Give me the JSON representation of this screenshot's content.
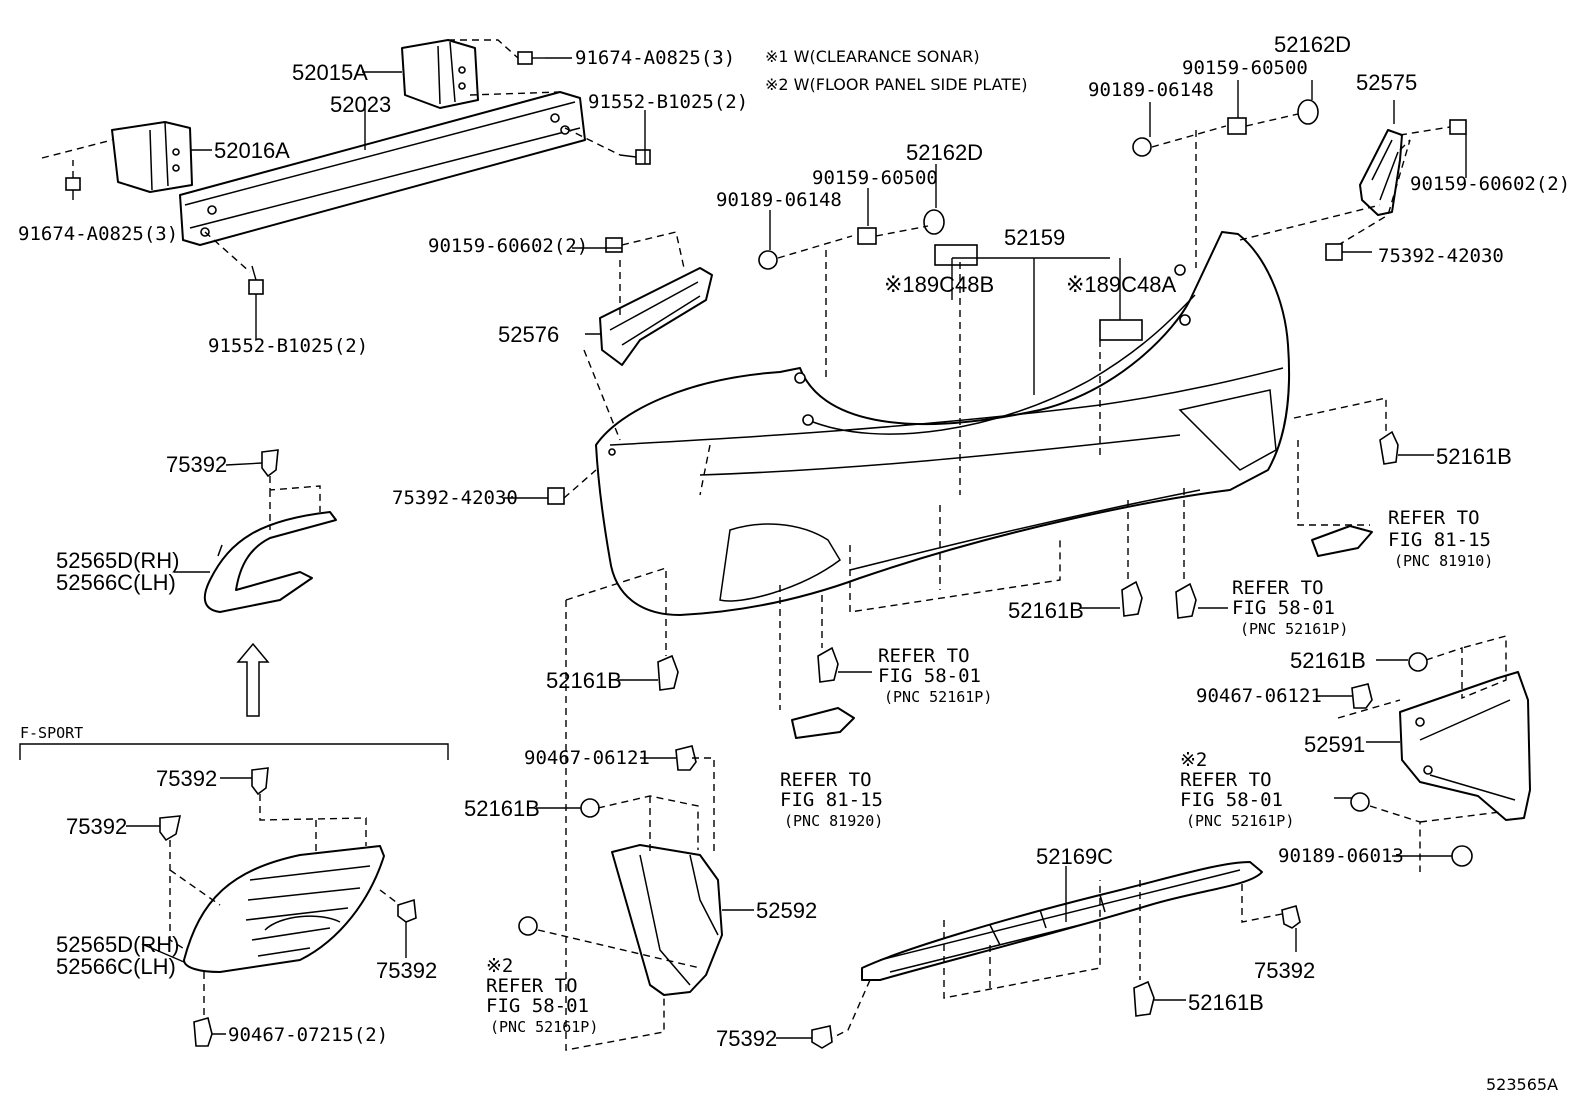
{
  "notes": {
    "note1": "※1 W(CLEARANCE SONAR)",
    "note2": "※2 W(FLOOR PANEL SIDE PLATE)"
  },
  "section": {
    "fsport": "F-SPORT"
  },
  "figure_id": "523565A",
  "callouts": {
    "c52015A": "52015A",
    "c52023": "52023",
    "c52016A": "52016A",
    "c91674_top": "91674-A0825(3)",
    "c91674_left": "91674-A0825(3)",
    "c91552_top": "91552-B1025(2)",
    "c91552_bot": "91552-B1025(2)",
    "c90159_60602_left": "90159-60602(2)",
    "c52576": "52576",
    "c90189_06148_mid": "90189-06148",
    "c90159_60500_mid": "90159-60500",
    "c52162D_mid": "52162D",
    "c52159": "52159",
    "c89C48B": "※189C48B",
    "c89C48A": "※189C48A",
    "c90189_06148_right": "90189-06148",
    "c90159_60500_right": "90159-60500",
    "c52162D_right": "52162D",
    "c52575": "52575",
    "c90159_60602_right": "90159-60602(2)",
    "c75392_42030_right": "75392-42030",
    "c75392_42030_left": "75392-42030",
    "c52161B_right": "52161B",
    "c75392_reflector": "75392",
    "c52565D_1": "52565D(RH)",
    "c52566C_1": "52566C(LH)",
    "c75392_fs_top": "75392",
    "c75392_fs_left": "75392",
    "c75392_fs_right": "75392",
    "c52565D_2": "52565D(RH)",
    "c52566C_2": "52566C(LH)",
    "c90467_07215": "90467-07215(2)",
    "c52161B_left": "52161B",
    "c90467_06121_mid": "90467-06121",
    "c52161B_mid": "52161B",
    "c52592": "52592",
    "c52161B_center": "52161B",
    "c52161B_rside": "52161B",
    "c90467_06121_right": "90467-06121",
    "c52591": "52591",
    "c90189_06013": "90189-06013",
    "c52169C": "52169C",
    "c75392_diff_right": "75392",
    "c52161B_bottom": "52161B",
    "c75392_bottom": "75392"
  },
  "refs": {
    "r1": {
      "line1": "REFER TO",
      "line2": "FIG 81-15",
      "line3": "(PNC 81910)"
    },
    "r2": {
      "line1": "REFER TO",
      "line2": "FIG 58-01",
      "line3": "(PNC 52161P)"
    },
    "r3": {
      "line1": "REFER TO",
      "line2": "FIG 58-01",
      "line3": "(PNC 52161P)"
    },
    "r4": {
      "line1": "REFER TO",
      "line2": "FIG 81-15",
      "line3": "(PNC 81920)"
    },
    "r5": {
      "line0": "※2",
      "line1": "REFER TO",
      "line2": "FIG 58-01",
      "line3": "(PNC 52161P)"
    },
    "r6": {
      "line0": "※2",
      "line1": "REFER TO",
      "line2": "FIG 58-01",
      "line3": "(PNC 52161P)"
    }
  }
}
